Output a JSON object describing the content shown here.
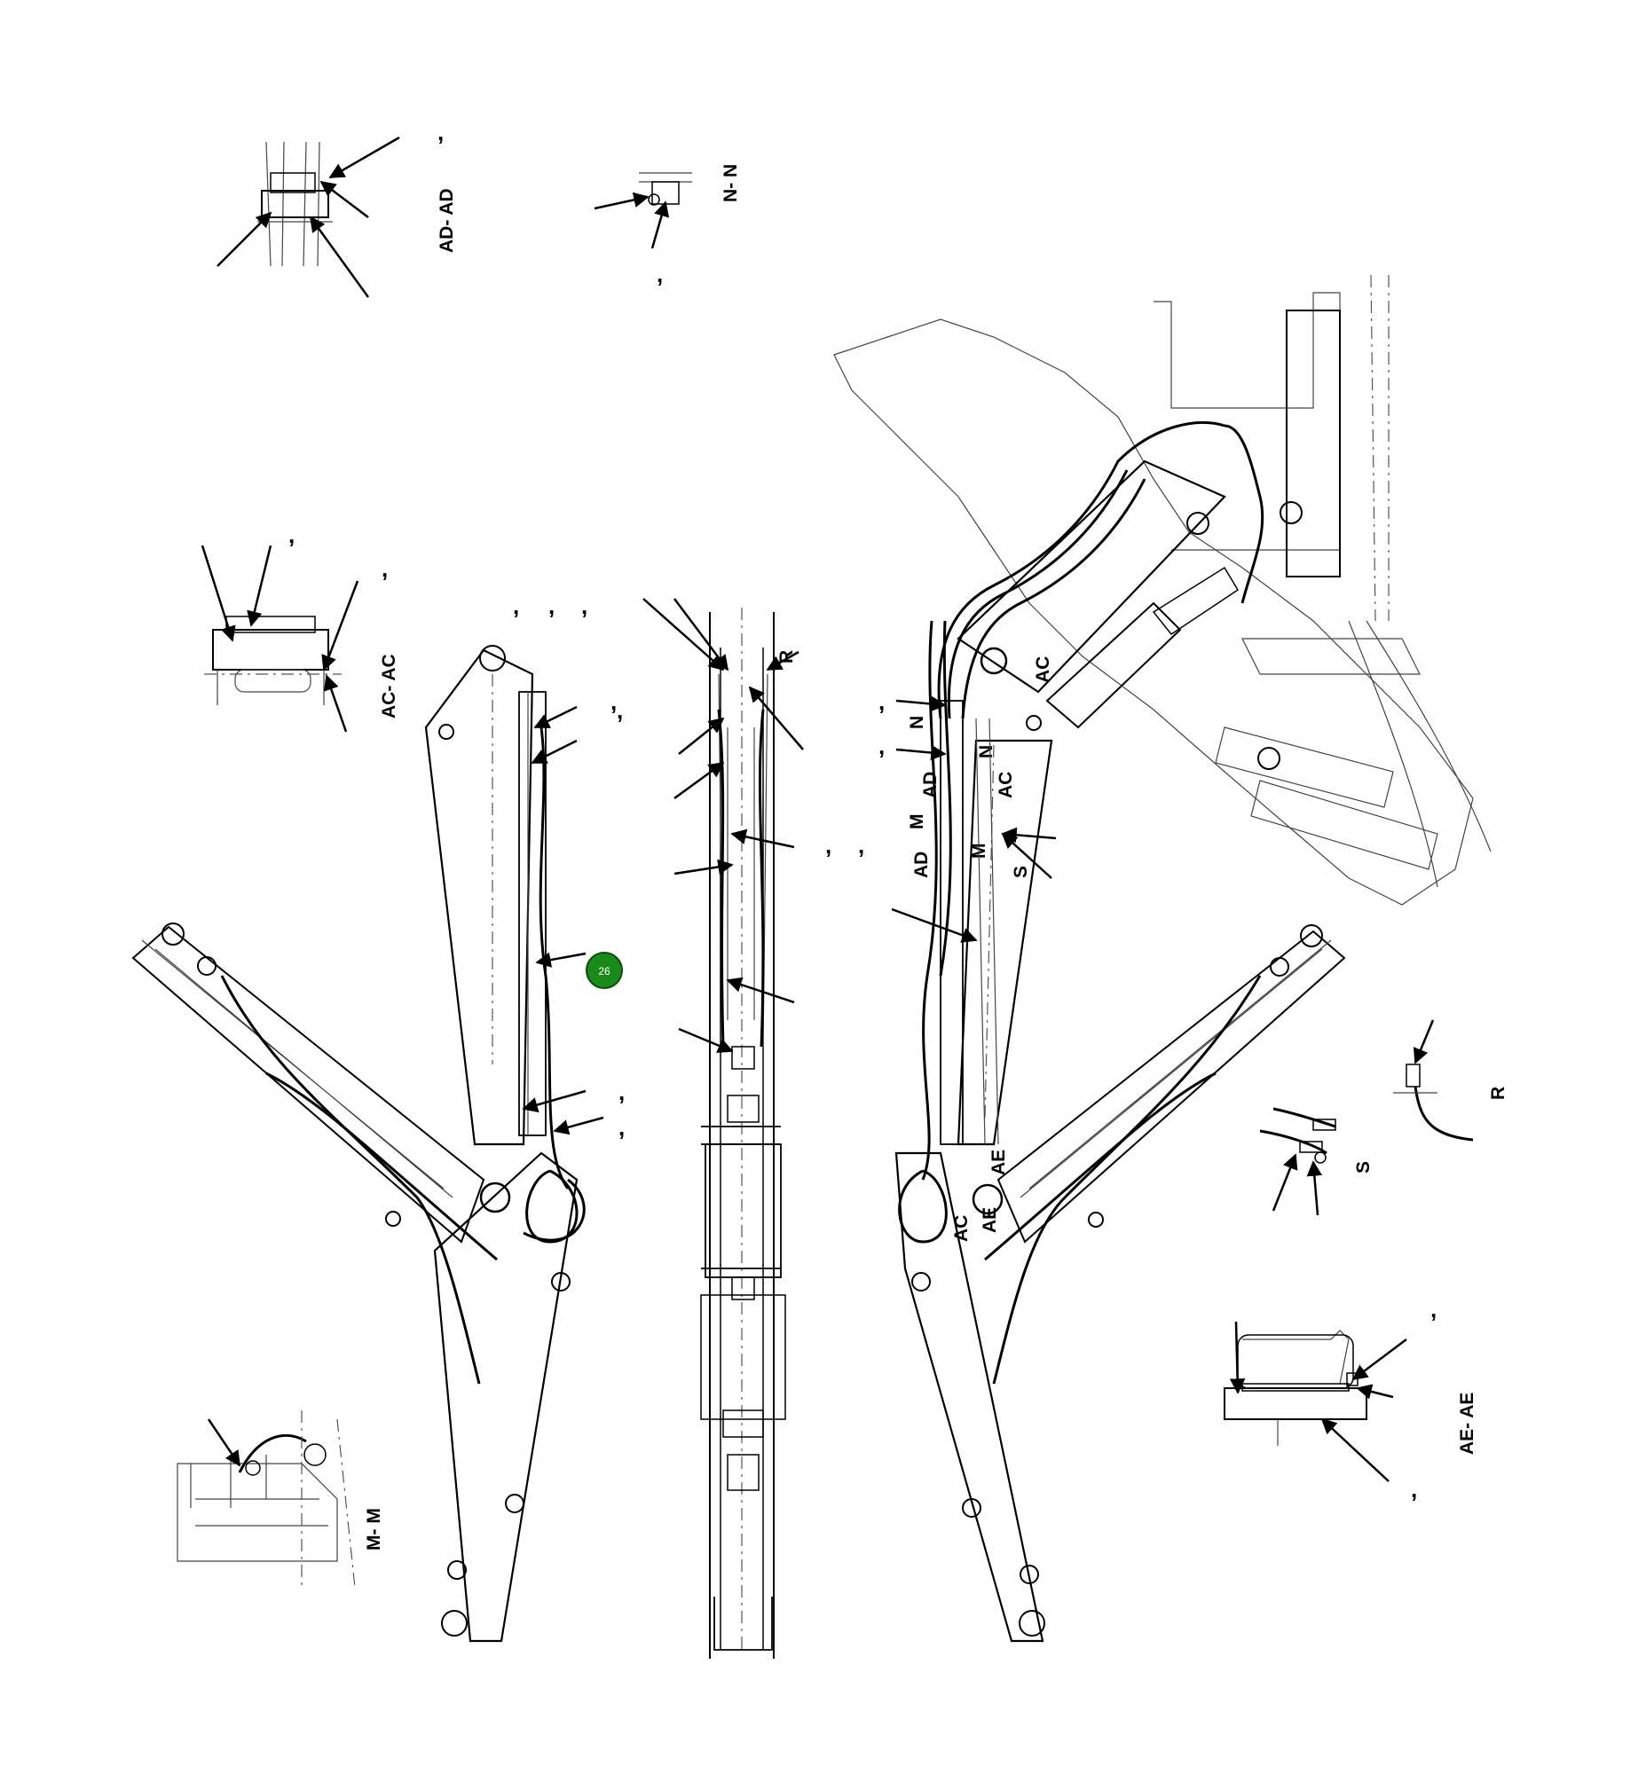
{
  "views": {
    "ad_ad": "AD- AD",
    "n_n": "N- N",
    "ac_ac": "AC- AC",
    "m_m": "M- M",
    "ae_ae": "AE- AE",
    "r": "R",
    "s": "S"
  },
  "section_marks": {
    "r": "R",
    "n": "N",
    "ad": "AD",
    "m": "M",
    "ac": "AC",
    "s": "S",
    "ae": "AE"
  },
  "callout": {
    "number": "26",
    "color": "#1a8a1a"
  },
  "tick_glyph": ","
}
